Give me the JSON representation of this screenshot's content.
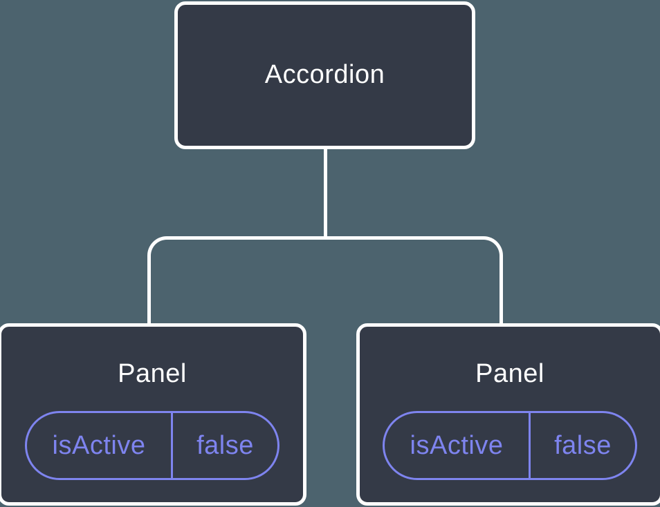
{
  "colors": {
    "background": "#4C636E",
    "node_fill": "#343A47",
    "node_border": "#FFFFFF",
    "connector": "#FFFFFF",
    "state_accent": "#7E84EF",
    "title_text": "#FFFFFF"
  },
  "tree": {
    "root": {
      "label": "Accordion"
    },
    "children": [
      {
        "label": "Panel",
        "state": {
          "key": "isActive",
          "value": "false"
        }
      },
      {
        "label": "Panel",
        "state": {
          "key": "isActive",
          "value": "false"
        }
      }
    ]
  }
}
